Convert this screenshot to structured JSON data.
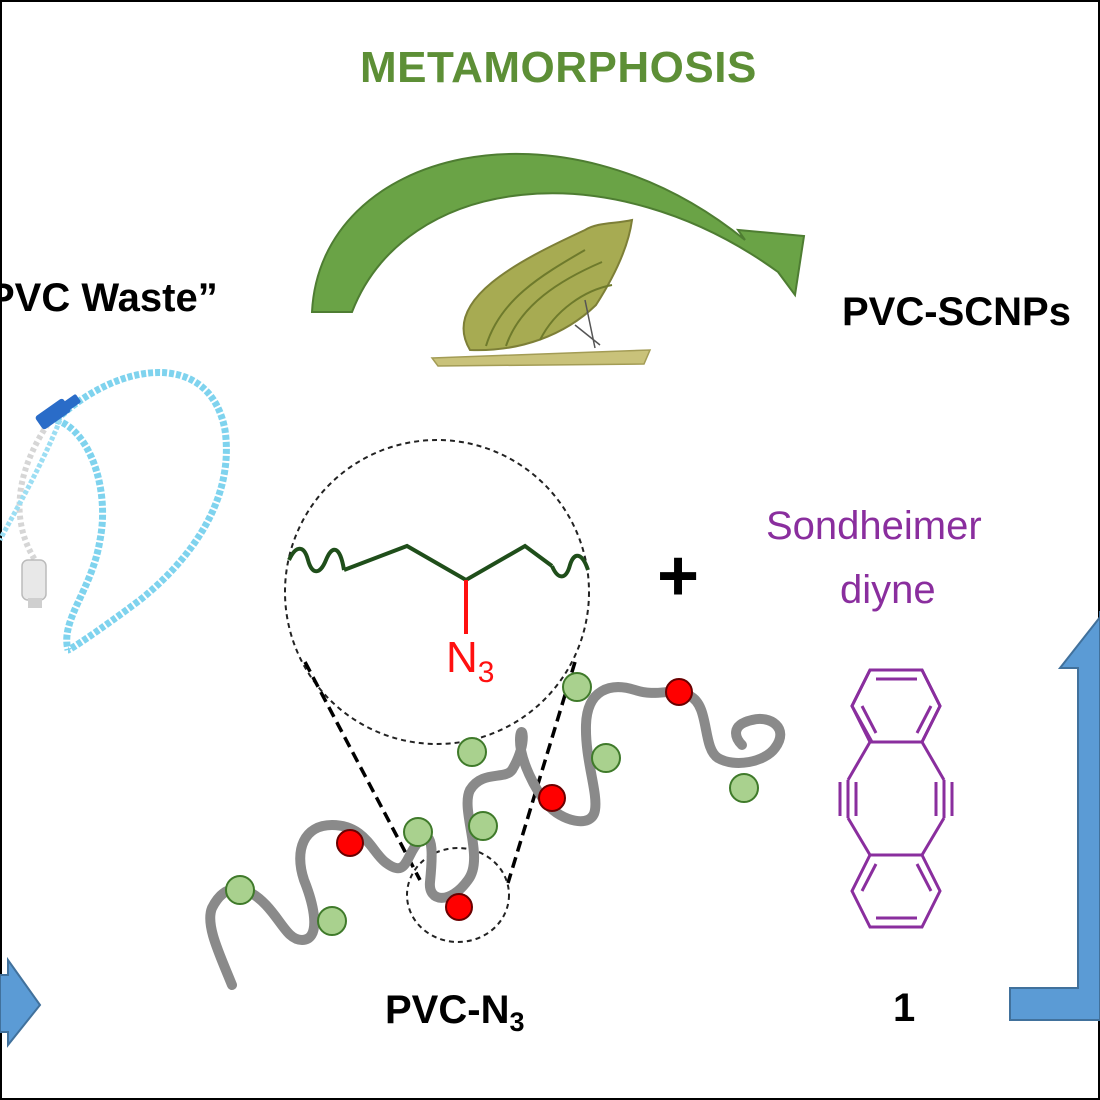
{
  "title": "METAMORPHOSIS",
  "labels": {
    "pvc_waste": "PVC Waste”",
    "pvc_scnps": "PVC-SCNPs",
    "sondheimer_line1": "Sondheimer",
    "sondheimer_line2": "diyne",
    "plus": "+",
    "pvc_n3_main": "PVC-N",
    "pvc_n3_sub": "3",
    "compound_number": "1",
    "azide_main": "N",
    "azide_sub": "3"
  },
  "colors": {
    "title_green": "#5d8f36",
    "arrow_green": "#6aa346",
    "flow_arrow_blue": "#5b9bd5",
    "polymer_gray": "#8a8a8a",
    "bead_green": "#a9d18e",
    "bead_red": "#ff0000",
    "backbone_green": "#1f4e1a",
    "azide_red": "#ff1010",
    "sondheimer_purple": "#8a2e9e"
  },
  "icons": [
    "curved-arrow-icon",
    "chrysalis-icon",
    "catheter-tube-icon",
    "blue-flow-arrow-icon"
  ]
}
